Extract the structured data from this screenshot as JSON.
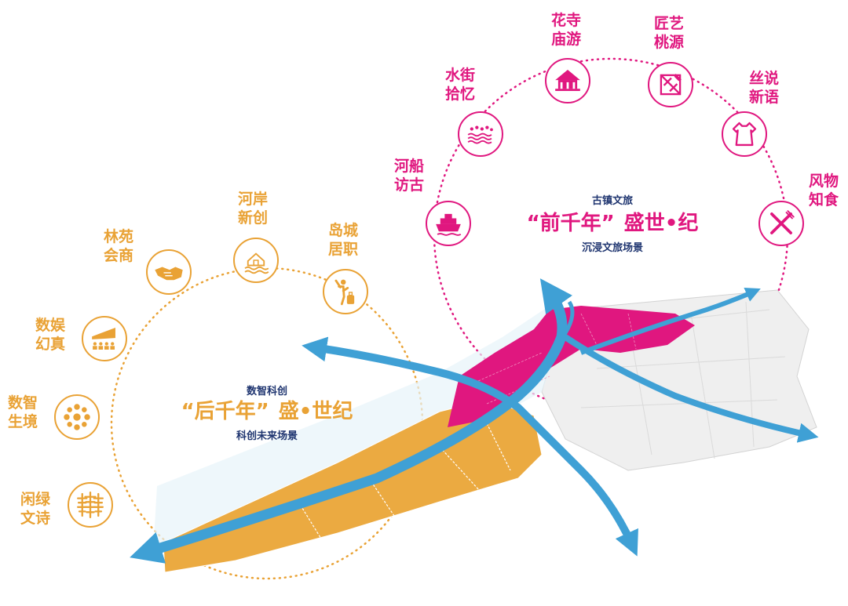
{
  "colors": {
    "orange": "#e9a235",
    "pink": "#e0177f",
    "river": "#3fa0d5",
    "navy": "#1f3570",
    "gray_land": "#efefef"
  },
  "left_cluster": {
    "subtitle_top": "数智科创",
    "title_open": "“后千年”",
    "title_main": "盛•世纪",
    "subtitle_bottom": "科创未来场景",
    "items": [
      {
        "line1": "河岸",
        "line2": "新创",
        "icon": "house-waves-icon"
      },
      {
        "line1": "岛城",
        "line2": "居职",
        "icon": "traveler-luggage-icon"
      },
      {
        "line1": "林苑",
        "line2": "会商",
        "icon": "handshake-icon"
      },
      {
        "line1": "数娱",
        "line2": "幻真",
        "icon": "theater-screen-icon"
      },
      {
        "line1": "数智",
        "line2": "生境",
        "icon": "network-flower-icon"
      },
      {
        "line1": "闲绿",
        "line2": "文诗",
        "icon": "forest-icon"
      }
    ]
  },
  "right_cluster": {
    "subtitle_top": "古镇文旅",
    "title_open": "“前千年”",
    "title_main": "盛世•纪",
    "subtitle_bottom": "沉浸文旅场景",
    "items": [
      {
        "line1": "花寺",
        "line2": "庙游",
        "icon": "temple-icon"
      },
      {
        "line1": "匠艺",
        "line2": "桃源",
        "icon": "craft-tools-icon"
      },
      {
        "line1": "水街",
        "line2": "拾忆",
        "icon": "water-street-icon"
      },
      {
        "line1": "丝说",
        "line2": "新语",
        "icon": "silk-dress-icon"
      },
      {
        "line1": "河船",
        "line2": "访古",
        "icon": "river-boat-icon"
      },
      {
        "line1": "风物",
        "line2": "知食",
        "icon": "fork-knife-icon"
      }
    ]
  }
}
